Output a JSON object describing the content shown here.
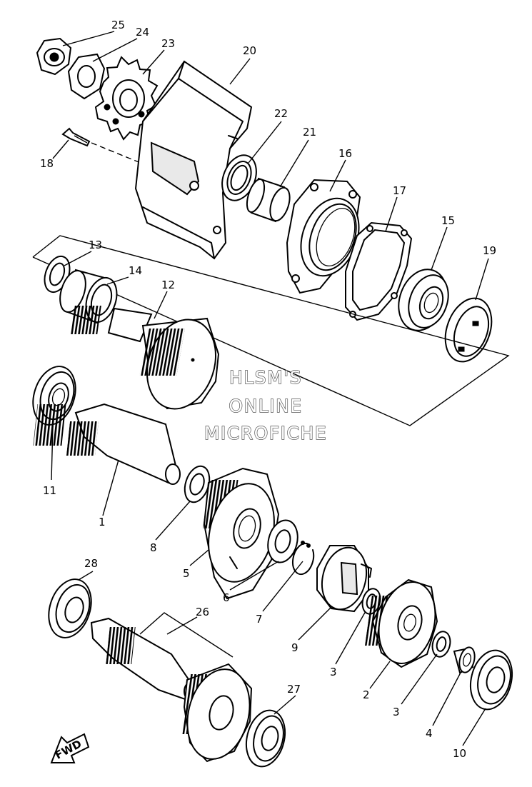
{
  "watermark": {
    "line1": "HLSM'S",
    "line2": "ONLINE",
    "line3": "MICROFICHE"
  },
  "direction_arrow": {
    "label": "FWD"
  },
  "callouts": [
    {
      "id": "25",
      "label": "25"
    },
    {
      "id": "24",
      "label": "24"
    },
    {
      "id": "23",
      "label": "23"
    },
    {
      "id": "20",
      "label": "20"
    },
    {
      "id": "22",
      "label": "22"
    },
    {
      "id": "21",
      "label": "21"
    },
    {
      "id": "18",
      "label": "18"
    },
    {
      "id": "16",
      "label": "16"
    },
    {
      "id": "17",
      "label": "17"
    },
    {
      "id": "13",
      "label": "13"
    },
    {
      "id": "14",
      "label": "14"
    },
    {
      "id": "12",
      "label": "12"
    },
    {
      "id": "15",
      "label": "15"
    },
    {
      "id": "19",
      "label": "19"
    },
    {
      "id": "11",
      "label": "11"
    },
    {
      "id": "1",
      "label": "1"
    },
    {
      "id": "8",
      "label": "8"
    },
    {
      "id": "5",
      "label": "5"
    },
    {
      "id": "6",
      "label": "6"
    },
    {
      "id": "7",
      "label": "7"
    },
    {
      "id": "9",
      "label": "9"
    },
    {
      "id": "28",
      "label": "28"
    },
    {
      "id": "26",
      "label": "26"
    },
    {
      "id": "3a",
      "label": "3"
    },
    {
      "id": "2",
      "label": "2"
    },
    {
      "id": "3b",
      "label": "3"
    },
    {
      "id": "4",
      "label": "4"
    },
    {
      "id": "27",
      "label": "27"
    },
    {
      "id": "10",
      "label": "10"
    }
  ]
}
